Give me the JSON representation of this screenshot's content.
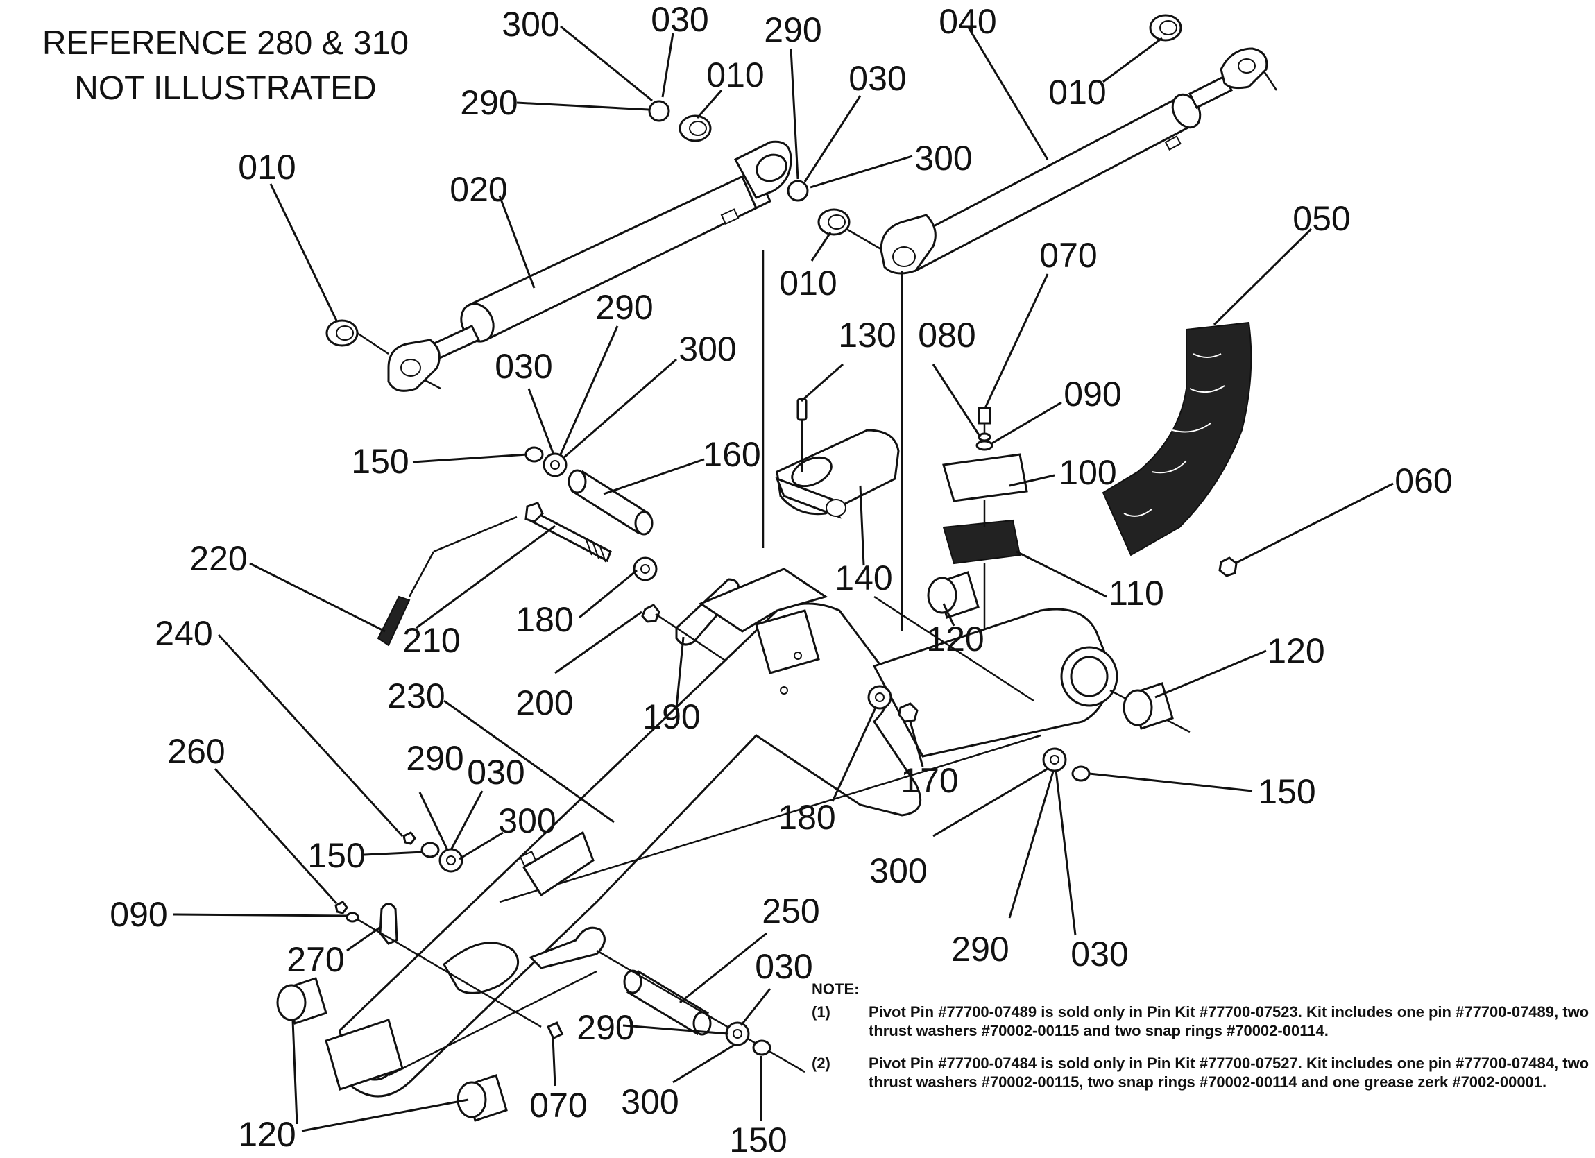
{
  "header": {
    "line1": "REFERENCE 280 & 310",
    "line2": "NOT ILLUSTRATED"
  },
  "callouts": [
    "300",
    "030",
    "290",
    "010",
    "290",
    "030",
    "040",
    "010",
    "300",
    "010",
    "020",
    "010",
    "050",
    "070",
    "130",
    "080",
    "090",
    "290",
    "030",
    "300",
    "100",
    "150",
    "160",
    "060",
    "220",
    "210",
    "180",
    "140",
    "110",
    "240",
    "200",
    "120",
    "120",
    "190",
    "230",
    "180",
    "170",
    "260",
    "290",
    "030",
    "300",
    "150",
    "150",
    "300",
    "090",
    "250",
    "290",
    "030",
    "270",
    "030",
    "290",
    "300",
    "070",
    "120",
    "150"
  ],
  "note": {
    "title": "NOTE:",
    "items": [
      {
        "num": "(1)",
        "text": "Pivot Pin #77700-07489 is sold only in Pin Kit #77700-07523.  Kit includes one pin #77700-07489, two thrust washers #70002-00115 and two snap rings #70002-00114."
      },
      {
        "num": "(2)",
        "text": "Pivot Pin #77700-07484 is sold only in Pin Kit #77700-07527. Kit includes one pin #77700-07484, two thrust washers #70002-00115, two snap rings #70002-00114 and one grease zerk #7002-00001."
      }
    ]
  }
}
